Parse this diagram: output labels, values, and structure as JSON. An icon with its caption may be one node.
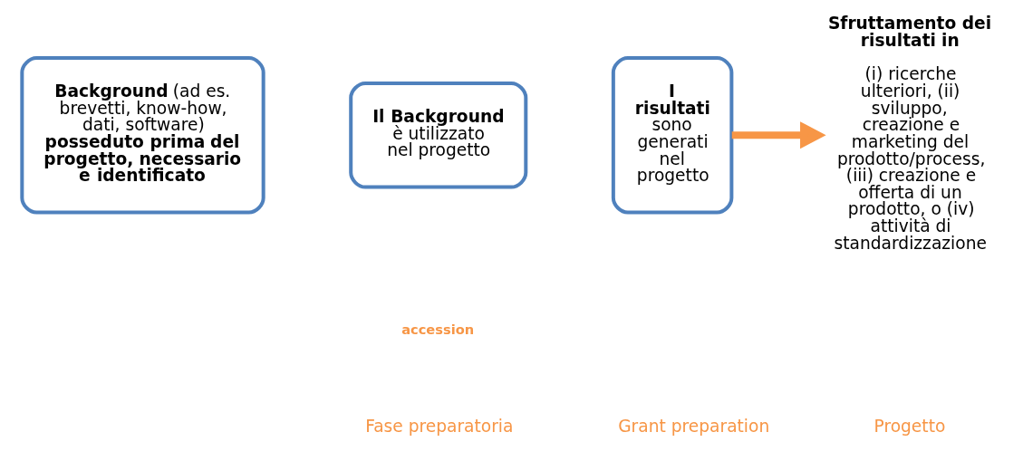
{
  "diagram": {
    "nodes": [
      {
        "text": [
          "**Background** (ad es. brevetti, know-how, dati, software) **posseduto prima del progetto, necessario e identificato**"
        ]
      },
      {
        "text": [
          "**Il Background** è utilizzato nel progetto"
        ]
      },
      {
        "text": [
          "**I risultati** sono generati nel progetto"
        ]
      },
      {
        "text": [
          "**Sfruttamento dei risultati in**",
          "(i) ricerche ulteriori, (ii) sviluppo, creazione e marketing del prodotto/process, (iii) creazione e offerta di un prodotto, o (iv) attività di standardizzazione"
        ]
      }
    ],
    "edges": [
      {
        "from": 2,
        "to": 3,
        "arrow": "to",
        "color": "#f79646"
      }
    ],
    "labels": [
      "accession",
      "Fase preparatoria",
      "Grant preparation",
      "Progetto"
    ]
  }
}
